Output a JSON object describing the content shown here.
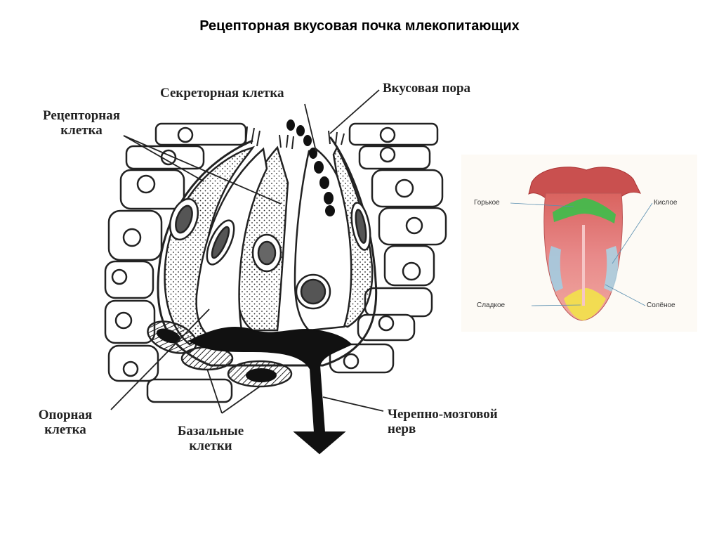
{
  "title": "Рецепторная вкусовая почка млекопитающих",
  "labels": {
    "receptor_cell": [
      "Рецепторная",
      "клетка"
    ],
    "secretory_cell": "Секреторная клетка",
    "taste_pore": "Вкусовая пора",
    "support_cell": [
      "Опорная",
      "клетка"
    ],
    "basal_cells": [
      "Базальные",
      "клетки"
    ],
    "cranial_nerve": [
      "Черепно-мозговой",
      "нерв"
    ]
  },
  "tongue": {
    "bitter": "Горькое",
    "sour": "Кислое",
    "sweet": "Сладкое",
    "salty": "Солёное"
  },
  "colors": {
    "bitter_zone": "#3cbf4a",
    "sour_zone": "#9fd0e6",
    "sweet_zone": "#f2e24a",
    "salty_zone": "#a8d6e8",
    "tongue_base": "#e88a8a"
  }
}
